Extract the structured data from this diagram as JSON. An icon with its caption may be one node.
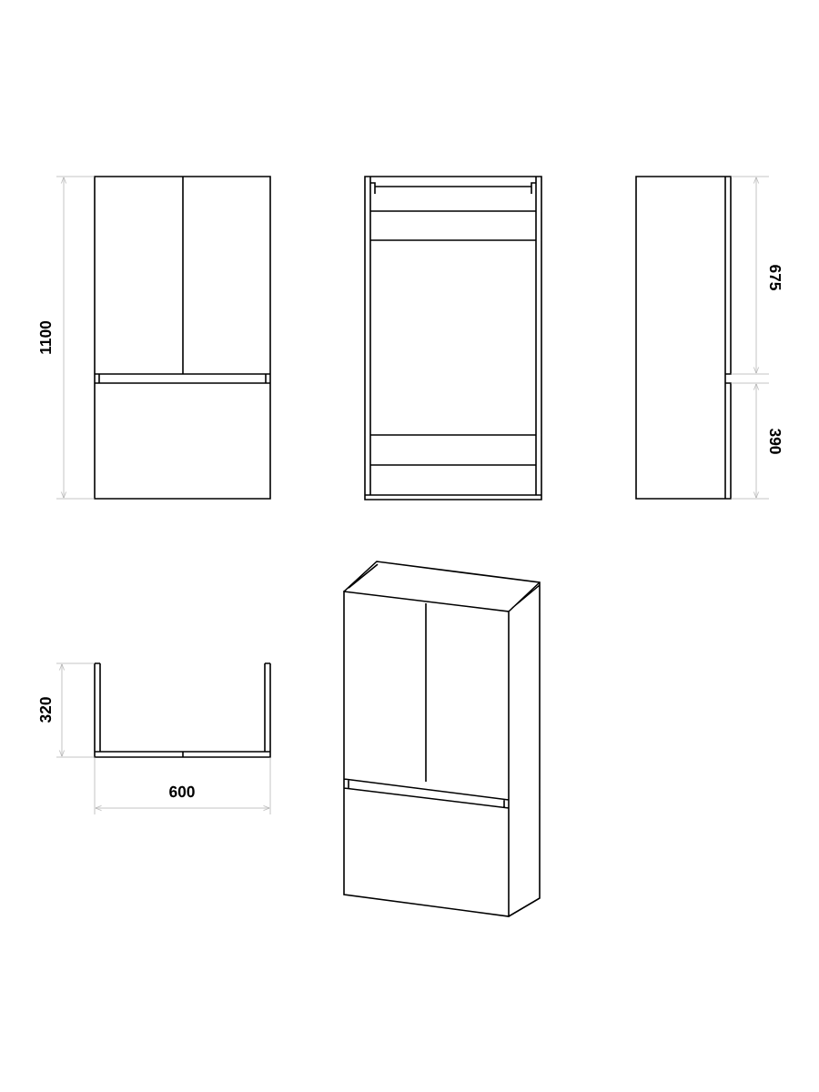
{
  "diagram": {
    "labels": [
      "1100",
      "675",
      "390",
      "320",
      "600"
    ]
  }
}
